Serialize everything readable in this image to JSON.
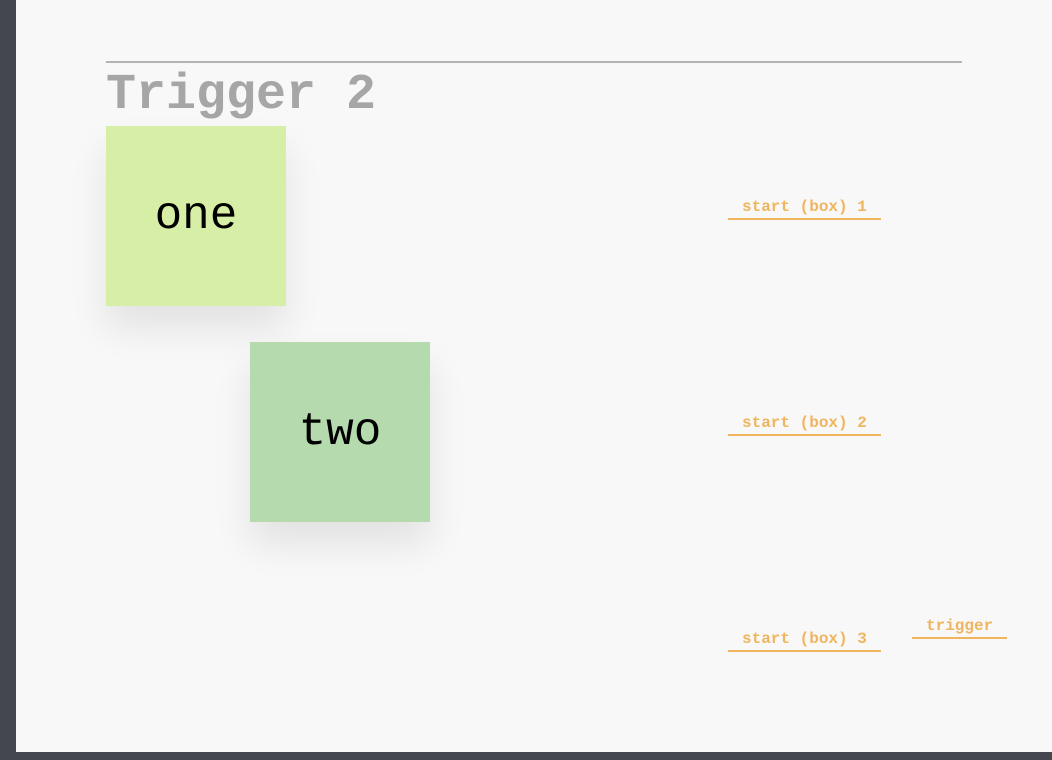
{
  "heading": "Trigger 2",
  "boxes": {
    "one": {
      "label": "one",
      "color": "#d7eea7"
    },
    "two": {
      "label": "two",
      "color": "#b5daad"
    }
  },
  "markers": {
    "start_box_1": "start (box) 1",
    "start_box_2": "start (box) 2",
    "start_box_3": "start (box) 3",
    "trigger": "trigger"
  },
  "colors": {
    "marker": "#efb55f",
    "heading": "#a6a6a6",
    "background": "#f8f8f8",
    "frame": "#45474f"
  }
}
